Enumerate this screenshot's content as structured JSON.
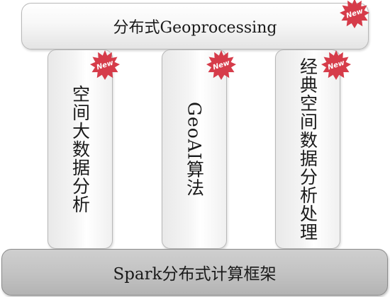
{
  "top_box": {
    "label": "分布式Geoprocessing",
    "badge": "New"
  },
  "pillars": [
    {
      "label": "空间大数据分析",
      "badge": "New"
    },
    {
      "label": "GeoAI算法",
      "badge": "New"
    },
    {
      "label": "经典空间数据分析处理",
      "badge": "New"
    }
  ],
  "base_box": {
    "label": "Spark分布式计算框架"
  },
  "colors": {
    "badge": "#d63c4a",
    "base_fill": "#c2c2c2",
    "top_fill": "#f2f2f2",
    "text": "#1a1a1a"
  }
}
